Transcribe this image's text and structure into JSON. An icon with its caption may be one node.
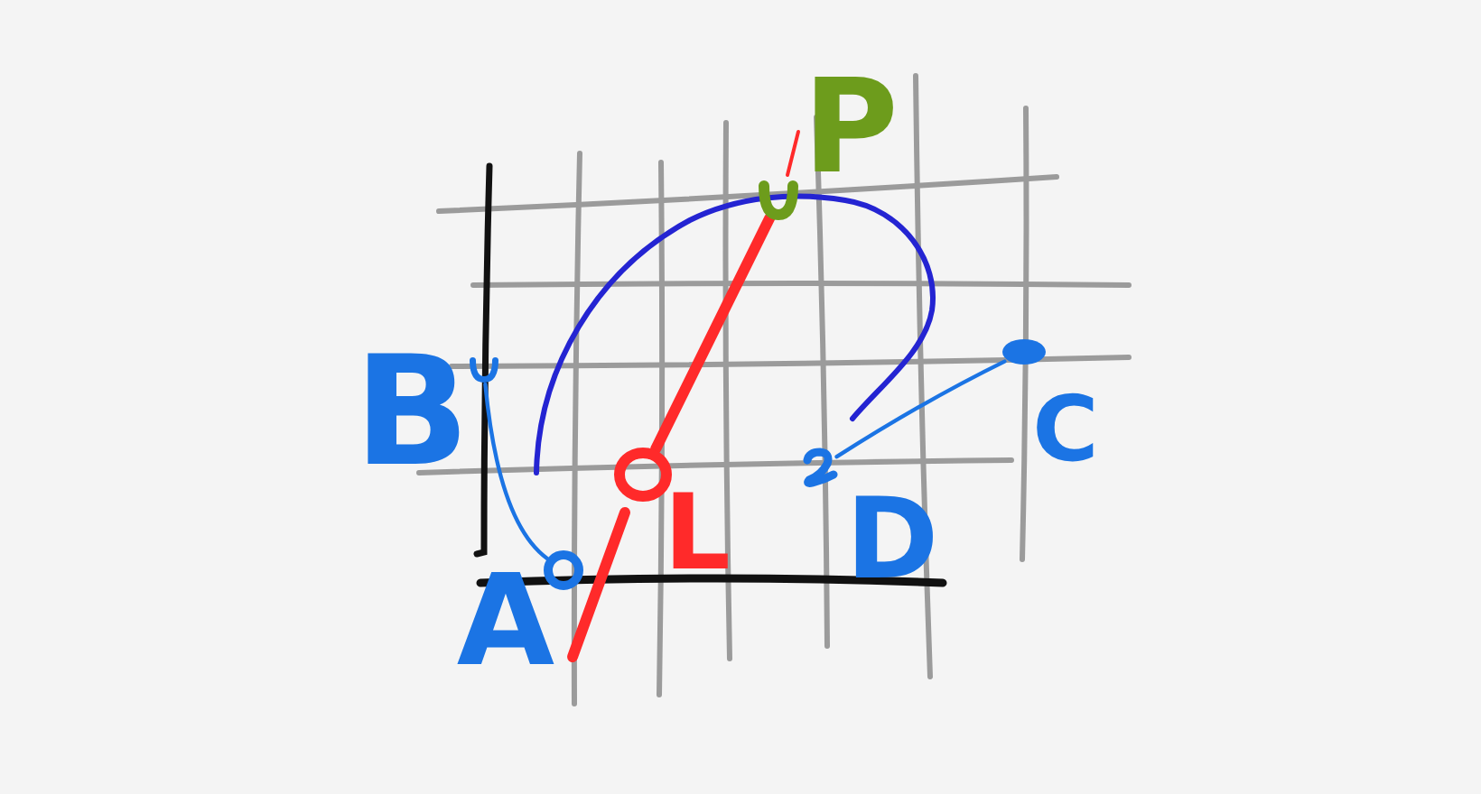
{
  "diagram": {
    "nodes": [
      {
        "text": [],
        "shape": "circle",
        "beside": [
          "B"
        ]
      },
      {
        "text": [],
        "shape": "circle",
        "beside": [
          "A"
        ]
      },
      {
        "text": [],
        "shape": "circle",
        "beside": [
          "L"
        ]
      },
      {
        "text": [],
        "shape": "circle",
        "beside": [
          "P"
        ]
      },
      {
        "text": [],
        "shape": "circle",
        "beside": [
          "D"
        ]
      },
      {
        "text": [],
        "shape": "circle",
        "beside": [
          "C"
        ]
      }
    ],
    "edges": [
      {
        "from": 0,
        "to": 1,
        "arrow": "none"
      },
      {
        "from": 2,
        "to": 3,
        "arrow": "none",
        "style": "thick",
        "color": "#ff2a2a"
      },
      {
        "from": 4,
        "to": 5,
        "arrow": "none"
      }
    ]
  }
}
